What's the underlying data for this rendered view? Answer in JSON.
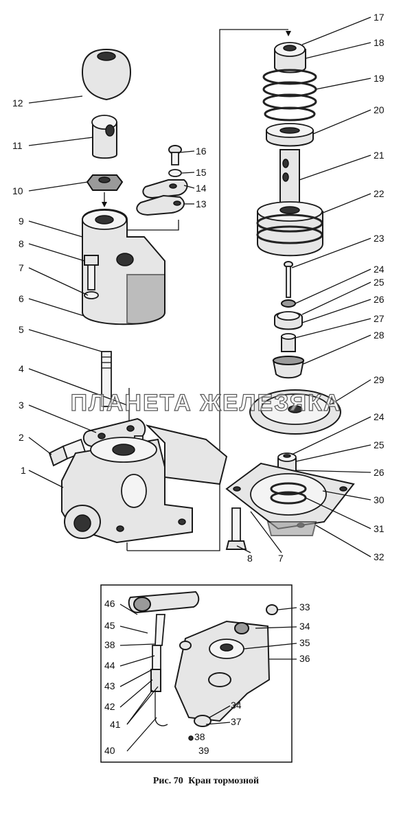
{
  "caption": {
    "prefix": "Рис. 70",
    "title": "Кран тормозной"
  },
  "watermark": "ПЛАНЕТА ЖЕЛЕЗЯКА",
  "callouts": [
    "1",
    "2",
    "3",
    "4",
    "5",
    "6",
    "7",
    "8",
    "9",
    "10",
    "11",
    "12",
    "13",
    "14",
    "15",
    "16",
    "17",
    "18",
    "19",
    "20",
    "21",
    "22",
    "23",
    "24",
    "25",
    "26",
    "27",
    "28",
    "29",
    "24",
    "25",
    "26",
    "30",
    "31",
    "32",
    "8",
    "7"
  ],
  "inset_callouts": [
    "46",
    "45",
    "38",
    "44",
    "43",
    "42",
    "41",
    "40",
    "33",
    "34",
    "35",
    "36",
    "34",
    "37",
    "38",
    "39"
  ],
  "colors": {
    "ink": "#111111",
    "part_fill": "#e6e6e6",
    "shadow": "#9a9a9a"
  }
}
